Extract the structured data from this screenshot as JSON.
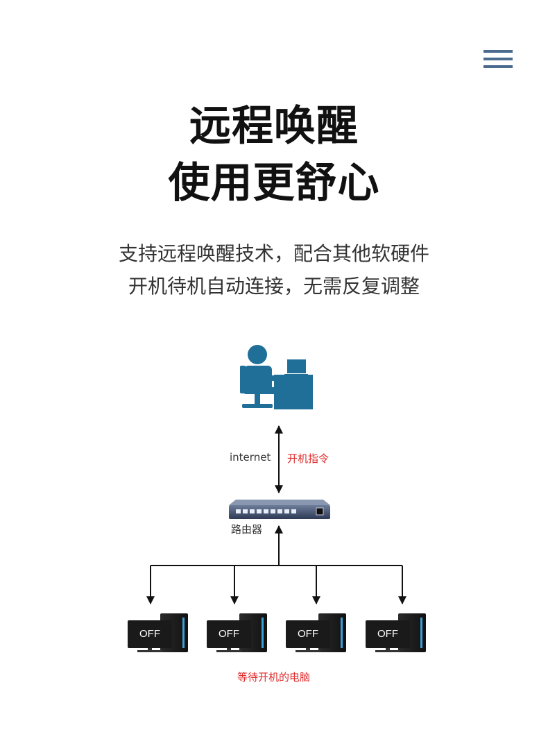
{
  "header": {
    "menu_icon": "hamburger-menu-icon"
  },
  "title": {
    "line1": "远程唤醒",
    "line2": "使用更舒心"
  },
  "description": {
    "line1": "支持远程唤醒技术，配合其他软硬件",
    "line2": "开机待机自动连接，无需反复调整"
  },
  "diagram": {
    "internet_label": "internet",
    "command_label": "开机指令",
    "router_label": "路由器",
    "waiting_label": "等待开机的电脑",
    "pc_status": [
      "OFF",
      "OFF",
      "OFF",
      "OFF"
    ],
    "colors": {
      "user_icon": "#1f6f99",
      "accent_red": "#e02a2a",
      "line": "#111111"
    }
  }
}
